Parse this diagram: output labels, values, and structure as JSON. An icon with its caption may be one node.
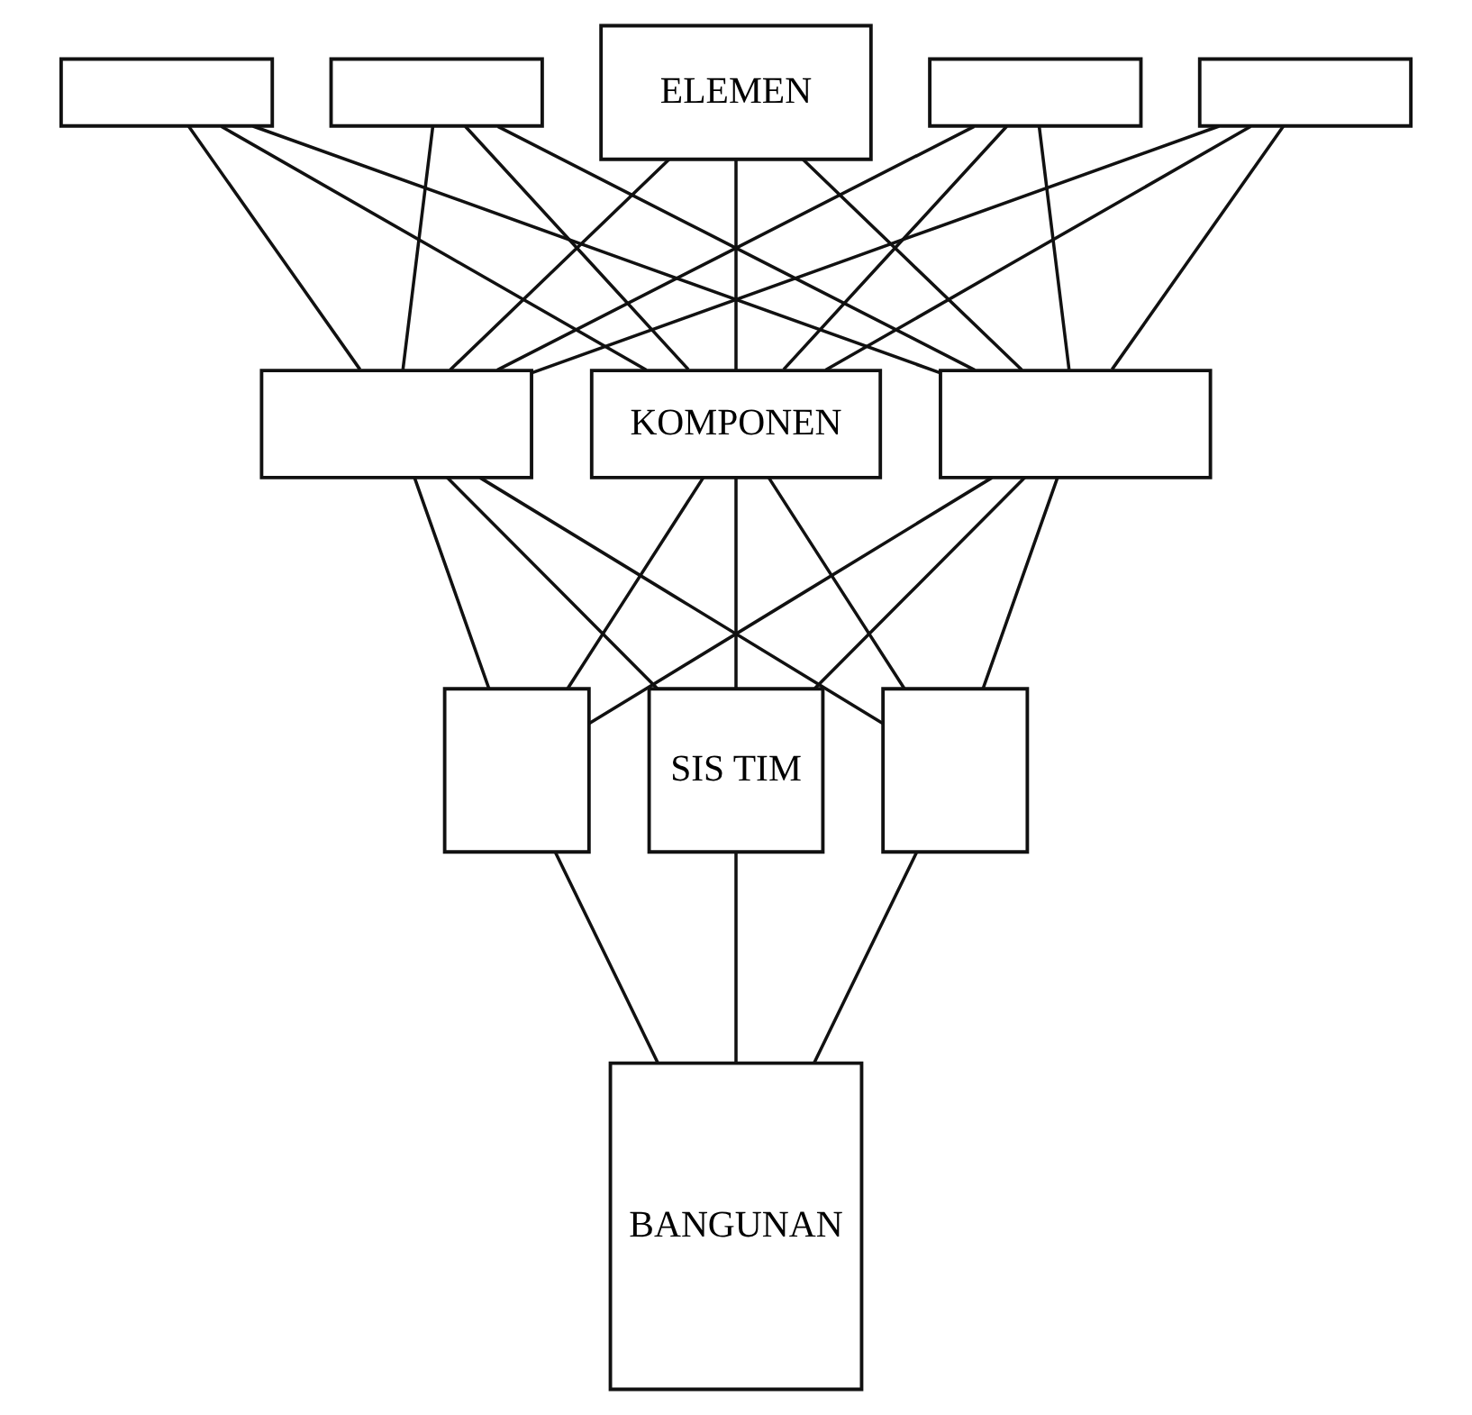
{
  "diagram": {
    "nodes": [
      {
        "text": [],
        "shape": "box"
      },
      {
        "text": [],
        "shape": "box"
      },
      {
        "text": [
          "ELEMEN"
        ]
      },
      {
        "text": [],
        "shape": "box"
      },
      {
        "text": [],
        "shape": "box"
      },
      {
        "text": [],
        "shape": "box"
      },
      {
        "text": [
          "KOMPONEN"
        ]
      },
      {
        "text": [],
        "shape": "box"
      },
      {
        "text": [],
        "shape": "box"
      },
      {
        "text": [
          "SIS TIM"
        ]
      },
      {
        "text": [],
        "shape": "box"
      },
      {
        "text": [
          "BANGUNAN"
        ]
      }
    ],
    "edges": [
      {
        "from": 0,
        "to": 5,
        "arrow": "none"
      },
      {
        "from": 0,
        "to": 6,
        "arrow": "none"
      },
      {
        "from": 0,
        "to": 7,
        "arrow": "none"
      },
      {
        "from": 1,
        "to": 5,
        "arrow": "none"
      },
      {
        "from": 1,
        "to": 6,
        "arrow": "none"
      },
      {
        "from": 1,
        "to": 7,
        "arrow": "none"
      },
      {
        "from": 2,
        "to": 5,
        "arrow": "none"
      },
      {
        "from": 2,
        "to": 6,
        "arrow": "none"
      },
      {
        "from": 2,
        "to": 7,
        "arrow": "none"
      },
      {
        "from": 3,
        "to": 5,
        "arrow": "none"
      },
      {
        "from": 3,
        "to": 6,
        "arrow": "none"
      },
      {
        "from": 3,
        "to": 7,
        "arrow": "none"
      },
      {
        "from": 4,
        "to": 5,
        "arrow": "none"
      },
      {
        "from": 4,
        "to": 6,
        "arrow": "none"
      },
      {
        "from": 4,
        "to": 7,
        "arrow": "none"
      },
      {
        "from": 5,
        "to": 8,
        "arrow": "none"
      },
      {
        "from": 5,
        "to": 9,
        "arrow": "none"
      },
      {
        "from": 5,
        "to": 10,
        "arrow": "none"
      },
      {
        "from": 6,
        "to": 8,
        "arrow": "none"
      },
      {
        "from": 6,
        "to": 9,
        "arrow": "none"
      },
      {
        "from": 6,
        "to": 10,
        "arrow": "none"
      },
      {
        "from": 7,
        "to": 8,
        "arrow": "none"
      },
      {
        "from": 7,
        "to": 9,
        "arrow": "none"
      },
      {
        "from": 7,
        "to": 10,
        "arrow": "none"
      },
      {
        "from": 8,
        "to": 11,
        "arrow": "none"
      },
      {
        "from": 9,
        "to": 11,
        "arrow": "none"
      },
      {
        "from": 10,
        "to": 11,
        "arrow": "none"
      }
    ]
  }
}
